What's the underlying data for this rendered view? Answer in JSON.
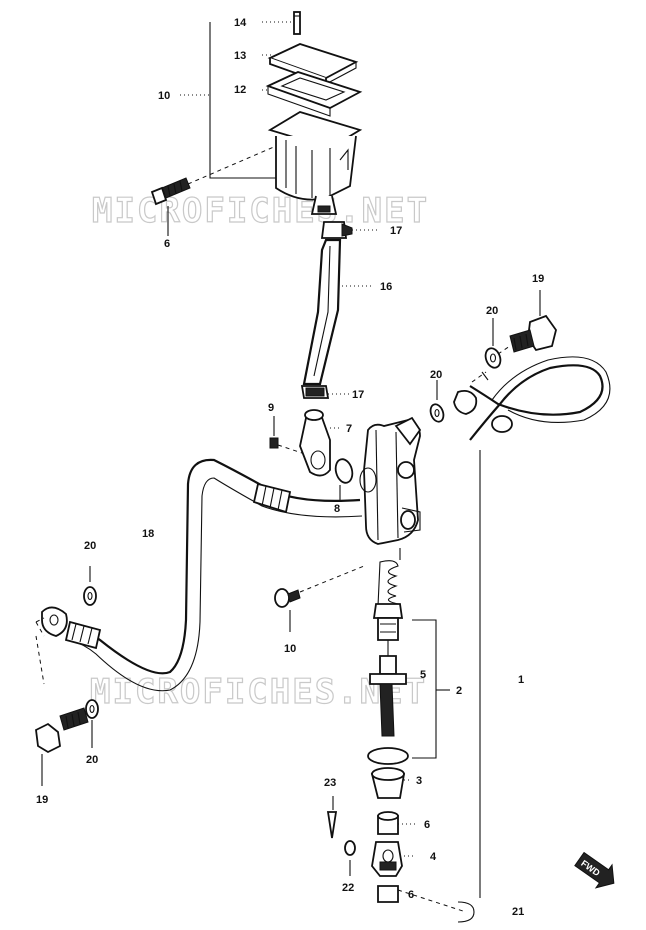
{
  "watermark": {
    "text": "MICROFICHES.NET"
  },
  "labels": {
    "p14": "14",
    "p13": "13",
    "p12": "12",
    "p10a": "10",
    "p6a": "6",
    "p17a": "17",
    "p16": "16",
    "p19a": "19",
    "p20a": "20",
    "p17b": "17",
    "p20b": "20",
    "p9": "9",
    "p7": "7",
    "p8": "8",
    "p18": "18",
    "p20c": "20",
    "p10b": "10",
    "p5": "5",
    "p2": "2",
    "p1": "1",
    "p19b": "19",
    "p20d": "20",
    "p3": "3",
    "p23": "23",
    "p6b": "6",
    "p4": "4",
    "p22": "22",
    "p6c": "6",
    "p21": "21"
  },
  "direction_badge": "FWD"
}
